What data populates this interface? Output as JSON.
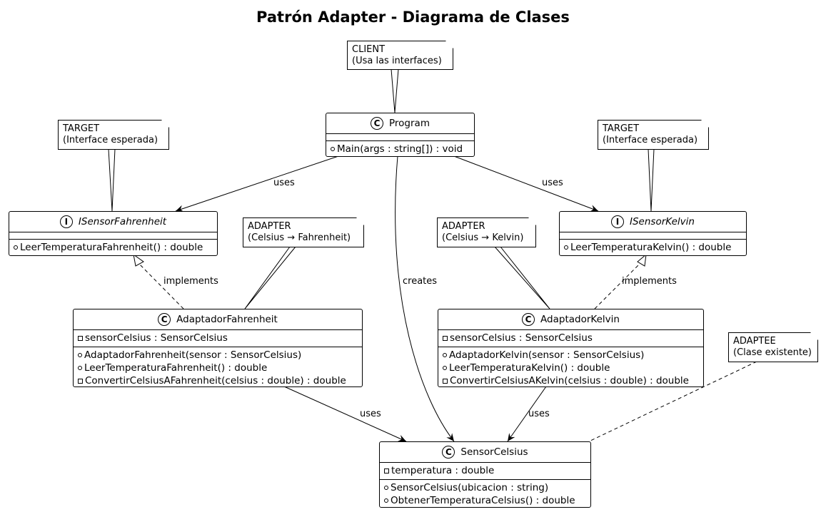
{
  "title": "Patrón Adapter - Diagrama de Clases",
  "notes": {
    "client": {
      "line1": "CLIENT",
      "line2": "(Usa las interfaces)"
    },
    "target_left": {
      "line1": "TARGET",
      "line2": "(Interface esperada)"
    },
    "target_right": {
      "line1": "TARGET",
      "line2": "(Interface esperada)"
    },
    "adapter_fahrenheit": {
      "line1": "ADAPTER",
      "line2": "(Celsius → Fahrenheit)"
    },
    "adapter_kelvin": {
      "line1": "ADAPTER",
      "line2": "(Celsius → Kelvin)"
    },
    "adaptee": {
      "line1": "ADAPTEE",
      "line2": "(Clase existente)"
    }
  },
  "classes": {
    "program": {
      "stereotype": "C",
      "name": "Program",
      "methods": [
        "Main(args : string[]) : void"
      ]
    },
    "isensor_fahrenheit": {
      "stereotype": "I",
      "name": "ISensorFahrenheit",
      "methods": [
        "LeerTemperaturaFahrenheit() : double"
      ]
    },
    "isensor_kelvin": {
      "stereotype": "I",
      "name": "ISensorKelvin",
      "methods": [
        "LeerTemperaturaKelvin() : double"
      ]
    },
    "adaptador_fahrenheit": {
      "stereotype": "C",
      "name": "AdaptadorFahrenheit",
      "fields": [
        "sensorCelsius : SensorCelsius"
      ],
      "methods": [
        "AdaptadorFahrenheit(sensor : SensorCelsius)",
        "LeerTemperaturaFahrenheit() : double",
        "ConvertirCelsiusAFahrenheit(celsius : double) : double"
      ]
    },
    "adaptador_kelvin": {
      "stereotype": "C",
      "name": "AdaptadorKelvin",
      "fields": [
        "sensorCelsius : SensorCelsius"
      ],
      "methods": [
        "AdaptadorKelvin(sensor : SensorCelsius)",
        "LeerTemperaturaKelvin() : double",
        "ConvertirCelsiusAKelvin(celsius : double) : double"
      ]
    },
    "sensor_celsius": {
      "stereotype": "C",
      "name": "SensorCelsius",
      "fields": [
        "temperatura : double"
      ],
      "methods": [
        "SensorCelsius(ubicacion : string)",
        "ObtenerTemperaturaCelsius() : double"
      ]
    }
  },
  "edges": {
    "uses_fahrenheit": "uses",
    "uses_kelvin": "uses",
    "creates": "creates",
    "implements_fahrenheit": "implements",
    "implements_kelvin": "implements",
    "uses_adapter_fahrenheit": "uses",
    "uses_adapter_kelvin": "uses"
  }
}
